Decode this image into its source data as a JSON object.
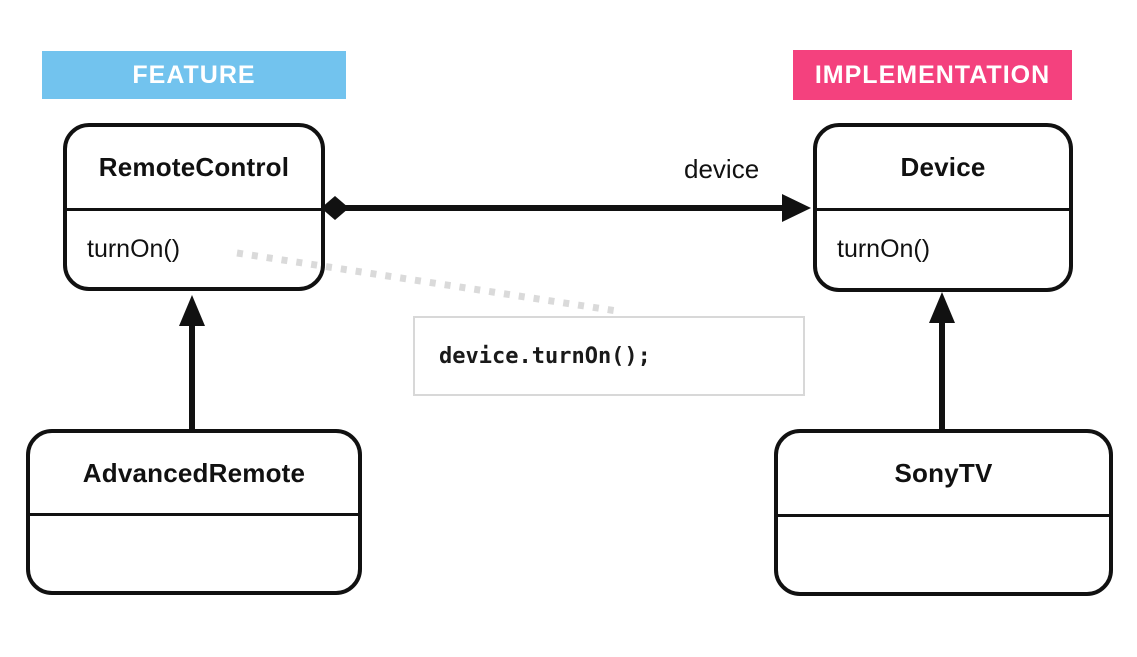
{
  "banners": {
    "feature": {
      "label": "FEATURE",
      "color": "#72C3EE"
    },
    "implementation": {
      "label": "IMPLEMENTATION",
      "color": "#F4417E"
    }
  },
  "classes": {
    "remote_control": {
      "title": "RemoteControl",
      "method": "turnOn()"
    },
    "device": {
      "title": "Device",
      "method": "turnOn()"
    },
    "advanced_remote": {
      "title": "AdvancedRemote"
    },
    "sony_tv": {
      "title": "SonyTV"
    }
  },
  "relations": {
    "association_label": "device",
    "code_snippet": "device.turnOn();"
  },
  "colors": {
    "feature_banner": "#72C3EE",
    "implementation_banner": "#F4417E",
    "line": "#111111",
    "dotted_line": "#DADADA",
    "code_border": "#D8D8D8"
  }
}
